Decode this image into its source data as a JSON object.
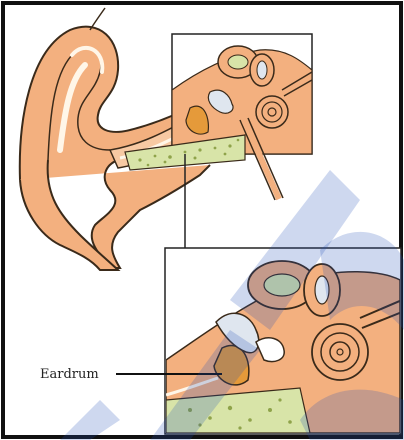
{
  "labels": {
    "eardrum": "Eardrum"
  },
  "colors": {
    "skin": "#f3b07f",
    "skin_light": "#f7c9a3",
    "outline": "#3a2a1a",
    "canal_highlight": "#fff6e8",
    "eardrum": "#e59a3a",
    "bone": "#d8e4a8",
    "bone_dot": "#8fa34a",
    "ossicle": "#dfe6ef",
    "watermark": "#1f4fb8",
    "frame": "#111111"
  },
  "icons": {
    "ear": "ear-cross-section-illustration",
    "zoom": "zoom-inset-connector"
  }
}
